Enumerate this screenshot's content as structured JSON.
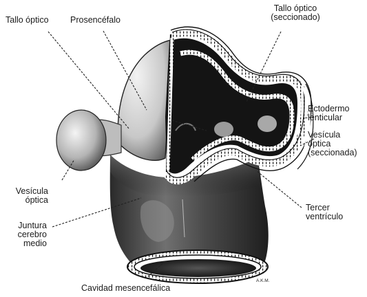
{
  "labels": {
    "tallo_optico": "Tallo óptico",
    "prosencefalo": "Prosencéfalo",
    "tallo_seccionado_1": "Tallo óptico",
    "tallo_seccionado_2": "(seccionado)",
    "ectodermo_1": "Ectodermo",
    "ectodermo_2": "lenticular",
    "vesicula_secc_1": "Vesícula",
    "vesicula_secc_2": "óptica",
    "vesicula_secc_3": "(seccionada)",
    "vesicula_optica_1": "Vesícula",
    "vesicula_optica_2": "óptica",
    "juntura_1": "Juntura",
    "juntura_2": "cerebro",
    "juntura_3": "medio",
    "tercer_1": "Tercer",
    "tercer_2": "ventrículo",
    "cavidad": "Cavidad mesencefálica"
  },
  "signature": "A.K.M.",
  "colors": {
    "ink": "#111111",
    "shade_dark": "#1b1b1b",
    "shade_mid": "#6e6e6e",
    "shade_light": "#d6d6d6",
    "paper": "#ffffff"
  }
}
